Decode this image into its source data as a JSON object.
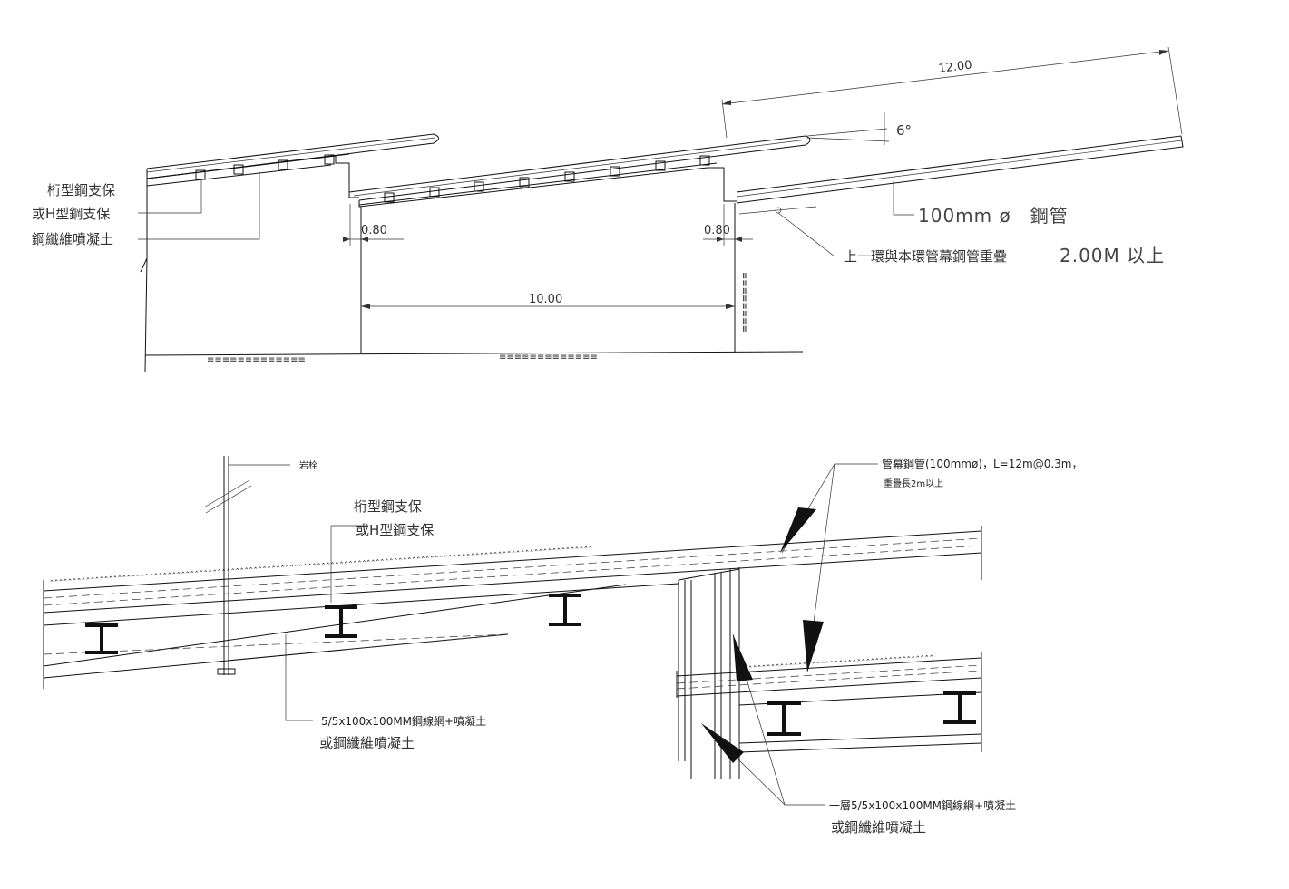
{
  "top_section": {
    "labels": {
      "support_1": "桁型鋼支保",
      "support_2": "或H型鋼支保",
      "shotcrete": "鋼纖維噴凝土",
      "pipe": "100mm ø　鋼管",
      "overlap": "上一環與本環管幕鋼管重疊",
      "overlap_len": "2.00M 以上"
    },
    "dimensions": {
      "length_12": "12.00",
      "angle": "6°",
      "gap_left": "0.80",
      "gap_right": "0.80",
      "span": "10.00"
    }
  },
  "bottom_section": {
    "labels": {
      "rock_bolt": "岩栓",
      "support_1": "桁型鋼支保",
      "support_2": "或H型鋼支保",
      "mesh_1": "5/5x100x100MM鋼線網+噴凝土",
      "mesh_2": "或鋼纖維噴凝土",
      "pipe_spec": "管幕鋼管(100mmø)，L=12m@0.3m，",
      "pipe_overlap": "重疊長2m以上",
      "layer_1": "一層5/5x100x100MM鋼線網+噴凝土",
      "layer_2": "或鋼纖維噴凝土"
    }
  },
  "colors": {
    "line": "#111111",
    "annotation": "#333333",
    "background": "#ffffff"
  }
}
